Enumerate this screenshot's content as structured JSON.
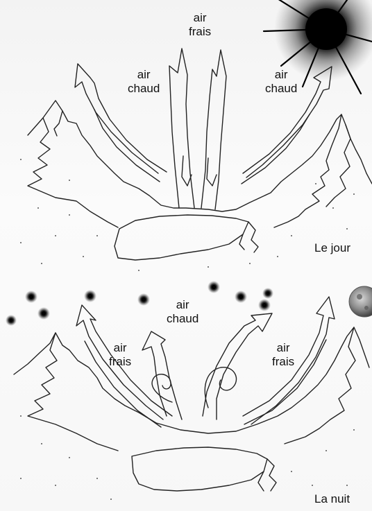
{
  "day": {
    "caption": "Le jour",
    "label_cool": "air\nfrais",
    "label_warm_left": "air\nchaud",
    "label_warm_right": "air\nchaud"
  },
  "night": {
    "caption": "La nuit",
    "label_warm": "air\nchaud",
    "label_cool_left": "air\nfrais",
    "label_cool_right": "air\nfrais"
  },
  "colors": {
    "ink": "#111111",
    "sun": "#000000",
    "paper": "#f6f6f6"
  },
  "icons": [
    "sun-icon",
    "moon-icon",
    "star-icon"
  ]
}
